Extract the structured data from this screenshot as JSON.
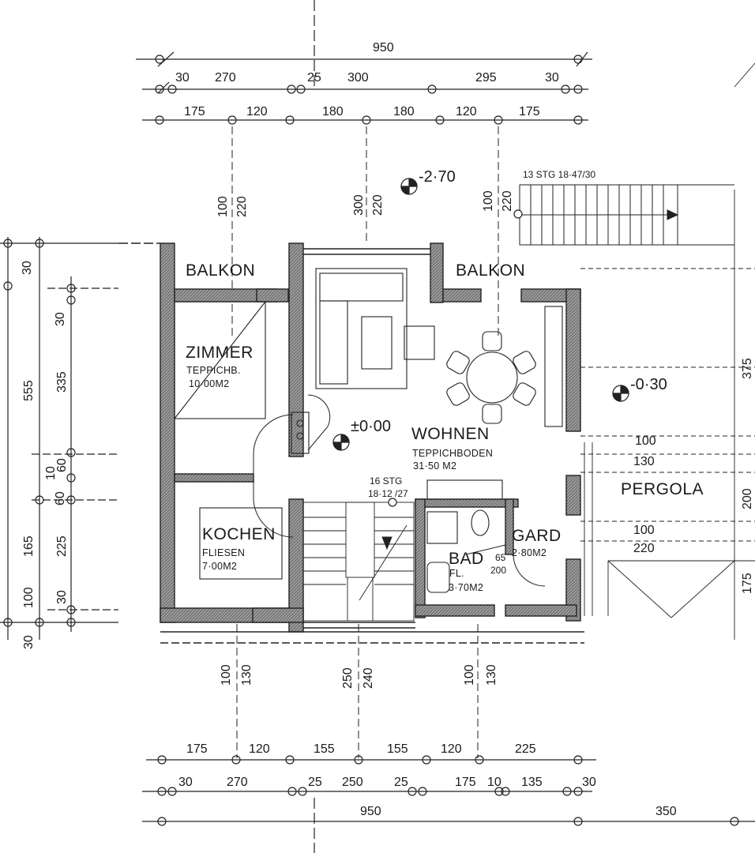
{
  "rooms": {
    "balkon_left": {
      "name": "BALKON"
    },
    "balkon_right": {
      "name": "BALKON"
    },
    "zimmer": {
      "name": "ZIMMER",
      "floor": "TEPPICHB.",
      "area": "10·00M2"
    },
    "wohnen": {
      "name": "WOHNEN",
      "floor": "TEPPICHBODEN",
      "area": "31·50 M2"
    },
    "kochen": {
      "name": "KOCHEN",
      "floor": "FLIESEN",
      "area": "7·00M2"
    },
    "bad": {
      "name": "BAD",
      "floor": "FL.",
      "area": "3·70M2"
    },
    "gard": {
      "name": "GARD",
      "area": "2·80M2"
    },
    "pergola": {
      "name": "PERGOLA"
    }
  },
  "levels": {
    "wohnen": "±0·00",
    "outside_top": "-2·70",
    "terrace": "-0·30"
  },
  "stairs": {
    "outer": "13 STG  18·47/30",
    "inner_count": "16 STG",
    "inner_ratio": "18·12 /27"
  },
  "dims_top": {
    "overall": "950",
    "row2": [
      "30",
      "270",
      "25",
      "300",
      "295",
      "30"
    ],
    "row3": [
      "175",
      "120",
      "180",
      "180",
      "120",
      "175"
    ]
  },
  "dims_bottom": {
    "row1": [
      "175",
      "120",
      "155",
      "155",
      "120",
      "225"
    ],
    "row2": [
      "30",
      "270",
      "25",
      "250",
      "25",
      "175",
      "10",
      "135",
      "30"
    ],
    "overall": "950",
    "right": "350"
  },
  "dims_left": [
    "30",
    "30",
    "555",
    "335",
    "60",
    "10",
    "60",
    "225",
    "165",
    "30",
    "100",
    "30"
  ],
  "dims_vertical_inner": [
    "100",
    "220",
    "300",
    "220",
    "100",
    "220",
    "100",
    "130",
    "250",
    "240",
    "100",
    "130"
  ],
  "dims_right_openings": [
    "100",
    "130",
    "100",
    "220",
    "65",
    "200"
  ],
  "dims_right_edge": [
    "375",
    "200",
    "175"
  ]
}
